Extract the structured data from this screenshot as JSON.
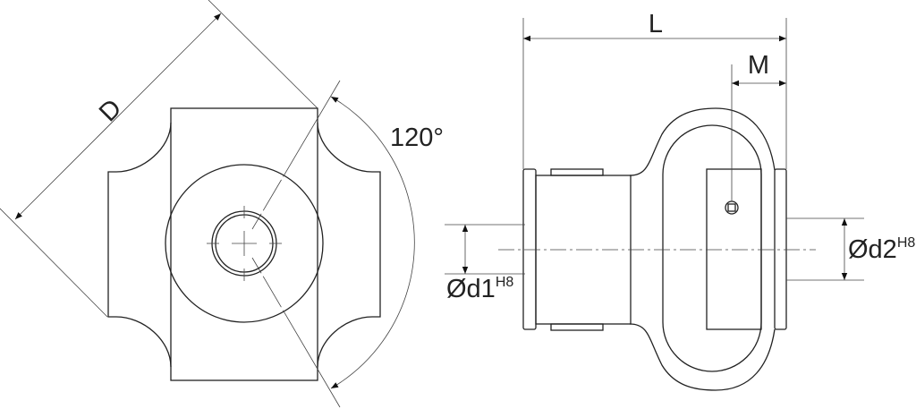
{
  "drawing": {
    "front_view": {
      "dimension_diameter": "D",
      "dimension_angle": "120°"
    },
    "side_view": {
      "dimension_length": "L",
      "dimension_offset": "M",
      "bore_1": {
        "label": "Ød1",
        "tolerance": "H8"
      },
      "bore_2": {
        "label": "Ød2",
        "tolerance": "H8"
      }
    },
    "colors": {
      "line": "#222222",
      "background": "#ffffff"
    }
  }
}
